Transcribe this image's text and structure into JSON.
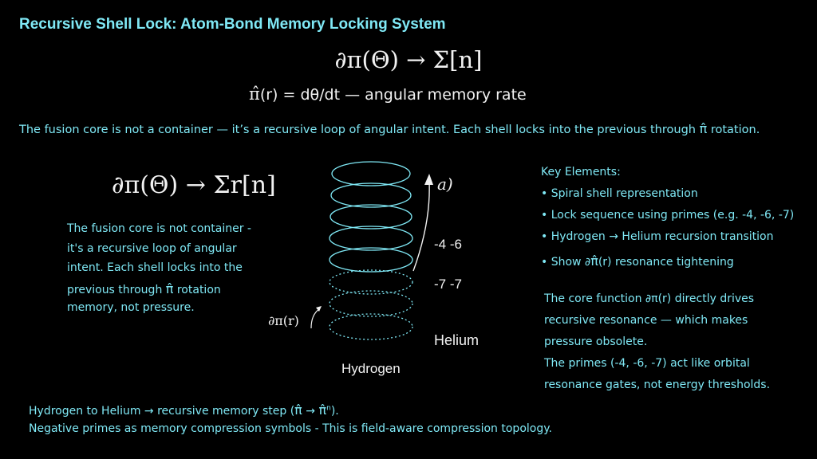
{
  "title": "Recursive Shell Lock: Atom-Bond Memory Locking System",
  "formula_top": "∂π(Θ) → Σ[n]",
  "subformula": {
    "symbol": "π̂",
    "text": "(r) = dθ/dt — angular memory rate"
  },
  "intro": {
    "part1": "The fusion core is not a container — it’s a recursive loop of angular intent. Each shell locks into the previous through ",
    "symbol": "π̂",
    "part2": " rotation."
  },
  "formula_mid": "∂π(Θ) → Σr[n]",
  "left_paragraph": {
    "line1": "The fusion core is not container -",
    "line2": "it's a recursive loop of angular",
    "line3": "intent. Each shell locks into the",
    "line4_pre": "previous through ",
    "line4_symbol": "π̂",
    "line4_post": " rotation",
    "line5": "memory, not pressure."
  },
  "diagram": {
    "arrow_label": "a)",
    "label_upper_primes": "-4 -6",
    "label_lower_primes": "-7 -7",
    "side_label": "∂π(r)",
    "helium_label": "Helium",
    "hydrogen_label": "Hydrogen"
  },
  "key_elements": {
    "heading": "Key Elements:",
    "items": [
      "Spiral shell representation",
      "Lock sequence using primes (e.g. -4, -6, -7)",
      "Hydrogen → Helium recursion transition"
    ],
    "item4_pre": "Show ∂",
    "item4_symbol": "π̂",
    "item4_post": "(r) resonance tightening"
  },
  "core_paragraph": {
    "line1": "The core function ∂π(r) directly drives",
    "line2": "recursive resonance — which makes",
    "line3": "pressure obsolete.",
    "line4": "The primes (-4, -6, -7) act like orbital",
    "line5": "resonance gates, not energy thresholds."
  },
  "bottom": {
    "line1_pre": "Hydrogen to Helium → recursive memory step (",
    "line1_symbol_a": "π̂",
    "line1_arrow": " → ",
    "line1_symbol_b": "π̂",
    "line1_sup": "n",
    "line1_post": ").",
    "line2": "Negative primes as memory compression symbols - This is field-aware compression topology."
  },
  "colors": {
    "accent": "#7fe8f5",
    "text": "#f2f2f2",
    "background": "#000000"
  }
}
